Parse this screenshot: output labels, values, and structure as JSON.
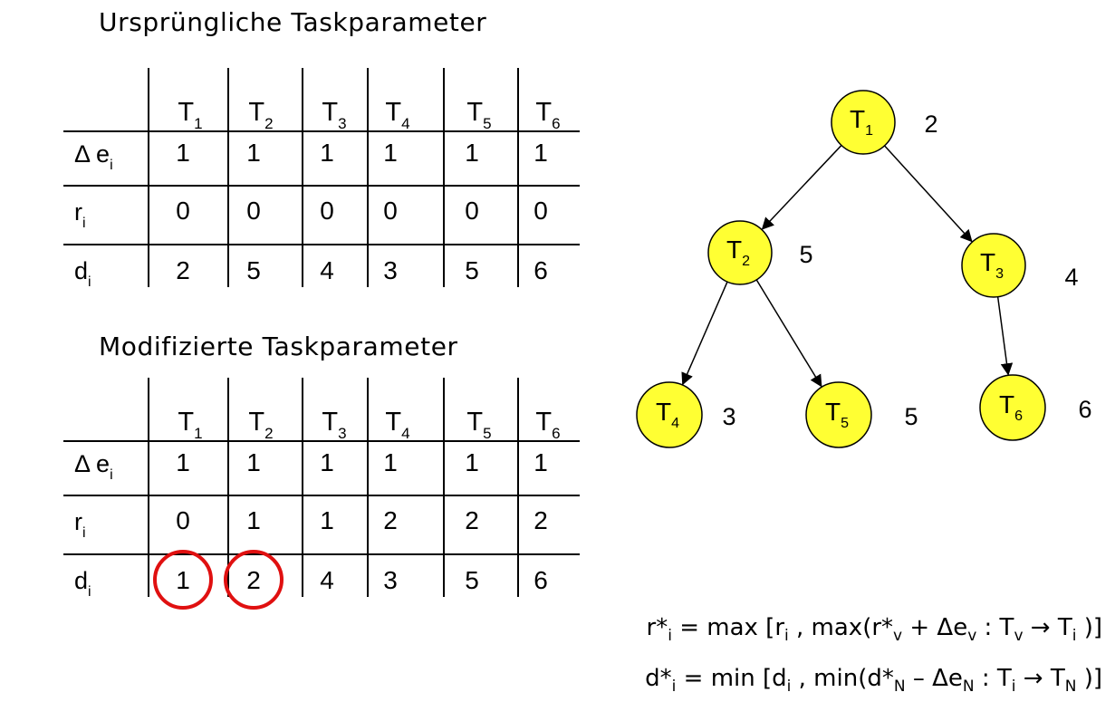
{
  "headings": {
    "original": "Ursprüngliche Taskparameter",
    "modified": "Modifizierte Taskparameter"
  },
  "tables": {
    "original": {
      "columns": [
        {
          "base": "T",
          "sub": "1"
        },
        {
          "base": "T",
          "sub": "2"
        },
        {
          "base": "T",
          "sub": "3"
        },
        {
          "base": "T",
          "sub": "4"
        },
        {
          "base": "T",
          "sub": "5"
        },
        {
          "base": "T",
          "sub": "6"
        }
      ],
      "rows": [
        {
          "label": "Δ e",
          "sub": "i",
          "values": [
            "1",
            "1",
            "1",
            "1",
            "1",
            "1"
          ]
        },
        {
          "label": "r",
          "sub": "i",
          "values": [
            "0",
            "0",
            "0",
            "0",
            "0",
            "0"
          ]
        },
        {
          "label": "d",
          "sub": "i",
          "values": [
            "2",
            "5",
            "4",
            "3",
            "5",
            "6"
          ]
        }
      ]
    },
    "modified": {
      "columns": [
        {
          "base": "T",
          "sub": "1"
        },
        {
          "base": "T",
          "sub": "2"
        },
        {
          "base": "T",
          "sub": "3"
        },
        {
          "base": "T",
          "sub": "4"
        },
        {
          "base": "T",
          "sub": "5"
        },
        {
          "base": "T",
          "sub": "6"
        }
      ],
      "rows": [
        {
          "label": "Δ e",
          "sub": "i",
          "values": [
            "1",
            "1",
            "1",
            "1",
            "1",
            "1"
          ]
        },
        {
          "label": "r",
          "sub": "i",
          "values": [
            "0",
            "1",
            "1",
            "2",
            "2",
            "2"
          ]
        },
        {
          "label": "d",
          "sub": "i",
          "values": [
            "1",
            "2",
            "4",
            "3",
            "5",
            "6"
          ],
          "circled": [
            0,
            1
          ]
        }
      ]
    }
  },
  "graph": {
    "node_color": "#ffff33",
    "highlight_color": "#e01010",
    "nodes": [
      {
        "id": "T1",
        "base": "T",
        "sub": "1",
        "deadline": "2"
      },
      {
        "id": "T2",
        "base": "T",
        "sub": "2",
        "deadline": "5"
      },
      {
        "id": "T3",
        "base": "T",
        "sub": "3",
        "deadline": "4"
      },
      {
        "id": "T4",
        "base": "T",
        "sub": "4",
        "deadline": "3"
      },
      {
        "id": "T5",
        "base": "T",
        "sub": "5",
        "deadline": "5"
      },
      {
        "id": "T6",
        "base": "T",
        "sub": "6",
        "deadline": "6"
      }
    ],
    "edges": [
      {
        "from": "T1",
        "to": "T2"
      },
      {
        "from": "T1",
        "to": "T3"
      },
      {
        "from": "T2",
        "to": "T4"
      },
      {
        "from": "T2",
        "to": "T5"
      },
      {
        "from": "T3",
        "to": "T6"
      }
    ]
  },
  "formulas": {
    "r_star": {
      "lhs": "r*",
      "lhs_sub": "i",
      "eq": " = max [r",
      "a_sub": "i",
      "mid": " , max(r*",
      "b_sub": "v",
      "plus": " + Δe",
      "c_sub": "v",
      "colon": " : T",
      "d_sub": "v",
      "arrow": " → T",
      "e_sub": "i",
      "end": " )]"
    },
    "d_star": {
      "lhs": "d*",
      "lhs_sub": "i",
      "eq": " = min [d",
      "a_sub": "i",
      "mid": " , min(d*",
      "b_sub": "N",
      "plus": " – Δe",
      "c_sub": "N",
      "colon": " : T",
      "d_sub": "i",
      "arrow": " → T",
      "e_sub": "N",
      "end": " )]"
    }
  }
}
